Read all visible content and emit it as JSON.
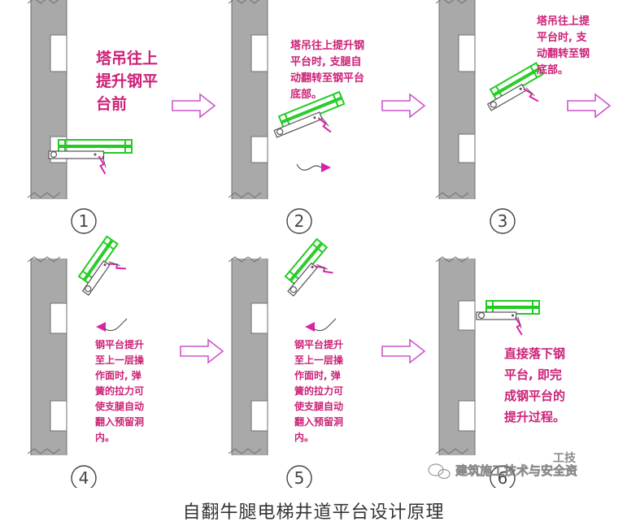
{
  "caption": "自翻牛腿电梯井道平台设计原理",
  "colors": {
    "wall": "#a9a9a9",
    "wall_edge": "#6e6e6e",
    "platform": "#22cc22",
    "note_text": "#cc2277",
    "arrow": "#cc55cc",
    "marker": "#dd22aa",
    "circle_num": "#444444"
  },
  "steps": [
    {
      "number": "1",
      "note_lines": [
        "塔吊往上",
        "提升钢平",
        "台前"
      ]
    },
    {
      "number": "2",
      "note_lines": [
        "塔吊往上提升钢",
        "平台时, 支腿自",
        "动翻转至钢平台",
        "底部。"
      ]
    },
    {
      "number": "3",
      "note_lines": [
        "塔吊往上提",
        "平台时, 支",
        "动翻转至钢",
        "底部。"
      ]
    },
    {
      "number": "4",
      "note_lines": [
        "钢平台提升",
        "至上一层操",
        "作面时, 弹",
        "簧的拉力可",
        "使支腿自动",
        "翻入预留洞",
        "内。"
      ]
    },
    {
      "number": "5",
      "note_lines": [
        "钢平台提升",
        "至上一层操",
        "作面时, 弹",
        "簧的拉力可",
        "使支腿自动",
        "翻入预留洞",
        "内。"
      ]
    },
    {
      "number": "6",
      "note_lines": [
        "直接落下钢",
        "平台, 即完",
        "成钢平台的",
        "提升过程。"
      ]
    }
  ],
  "watermark": {
    "icon": "wechat-icon",
    "text": "建筑施工技术与安全资",
    "text_top": "工技"
  }
}
